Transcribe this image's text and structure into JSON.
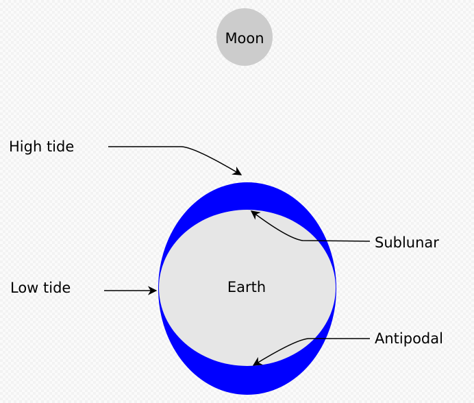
{
  "labels": {
    "moon": "Moon",
    "earth": "Earth",
    "high_tide": "High tide",
    "low_tide": "Low tide",
    "sublunar": "Sublunar",
    "antipodal": "Antipodal"
  },
  "colors": {
    "water": "#0000ff",
    "earth": "#e6e6e6",
    "moon": "#cccccc"
  }
}
